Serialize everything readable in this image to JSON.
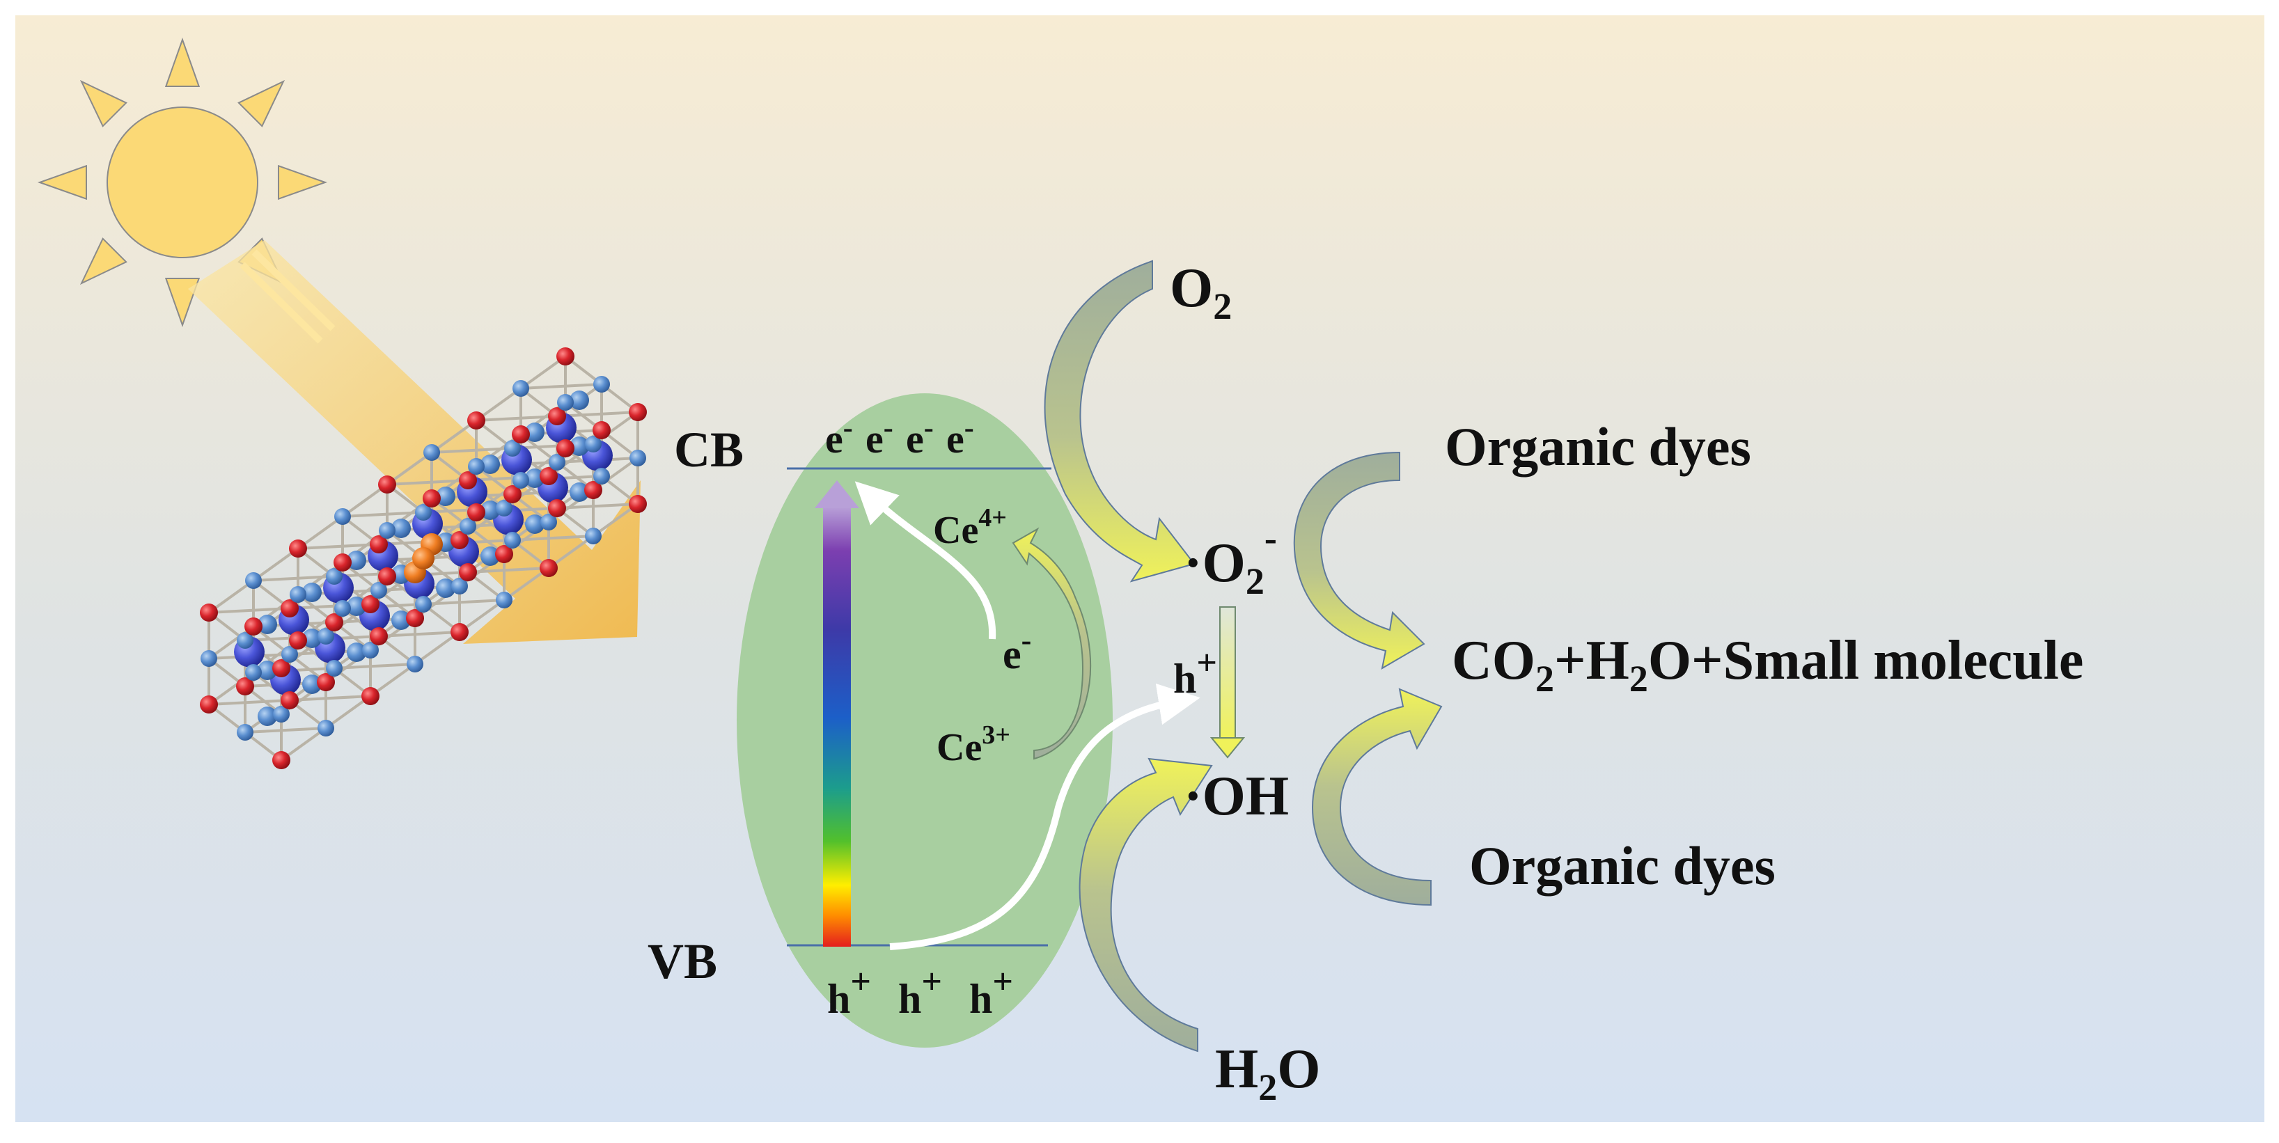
{
  "labels": {
    "cb": "CB",
    "vb": "VB",
    "o2": "O",
    "o2_sub": "2",
    "superoxide_dot": "·O",
    "superoxide_sub": "2",
    "superoxide_sup": "-",
    "hydroxyl": "·OH",
    "h2o_h": "H",
    "h2o_sub": "2",
    "h2o_o": "O",
    "hole_mid": "h",
    "hole_mid_sup": "+",
    "ce4": "Ce",
    "ce4_sup": "4+",
    "ce3": "Ce",
    "ce3_sup": "3+",
    "electron_mid": "e",
    "electron_mid_sup": "-",
    "dyes_top": "Organic dyes",
    "dyes_bottom": "Organic dyes",
    "product_co": "CO",
    "product_co_sub": "2",
    "product_mid": "+H",
    "product_h2o_sub": "2",
    "product_rest": "O+Small molecule"
  },
  "cb_electrons": [
    {
      "base": "e",
      "sup": "-"
    },
    {
      "base": "e",
      "sup": "-"
    },
    {
      "base": "e",
      "sup": "-"
    },
    {
      "base": "e",
      "sup": "-"
    }
  ],
  "vb_holes": [
    {
      "base": "h",
      "sup": "+"
    },
    {
      "base": "h",
      "sup": "+"
    },
    {
      "base": "h",
      "sup": "+"
    }
  ],
  "colors": {
    "background_top": "#f6ecd6",
    "background_bottom": "#d9e4f2",
    "semiconductor": "#a8cfa0",
    "sun": "#fbd976",
    "sun_stroke": "#8a8a8a",
    "band_line": "#4a6fa8",
    "curved_arrow": "#a3b2a0",
    "arrow_tip": "#f2f25c",
    "white_arrow": "#ffffff",
    "atom_red": "#d9252c",
    "atom_blue": "#5b8fd0",
    "atom_purple": "#4a55d8",
    "atom_orange": "#f07f24"
  },
  "icons": [
    "sun-icon",
    "crystal-structure-icon",
    "light-beam-arrow-icon",
    "spectrum-bar-icon"
  ]
}
